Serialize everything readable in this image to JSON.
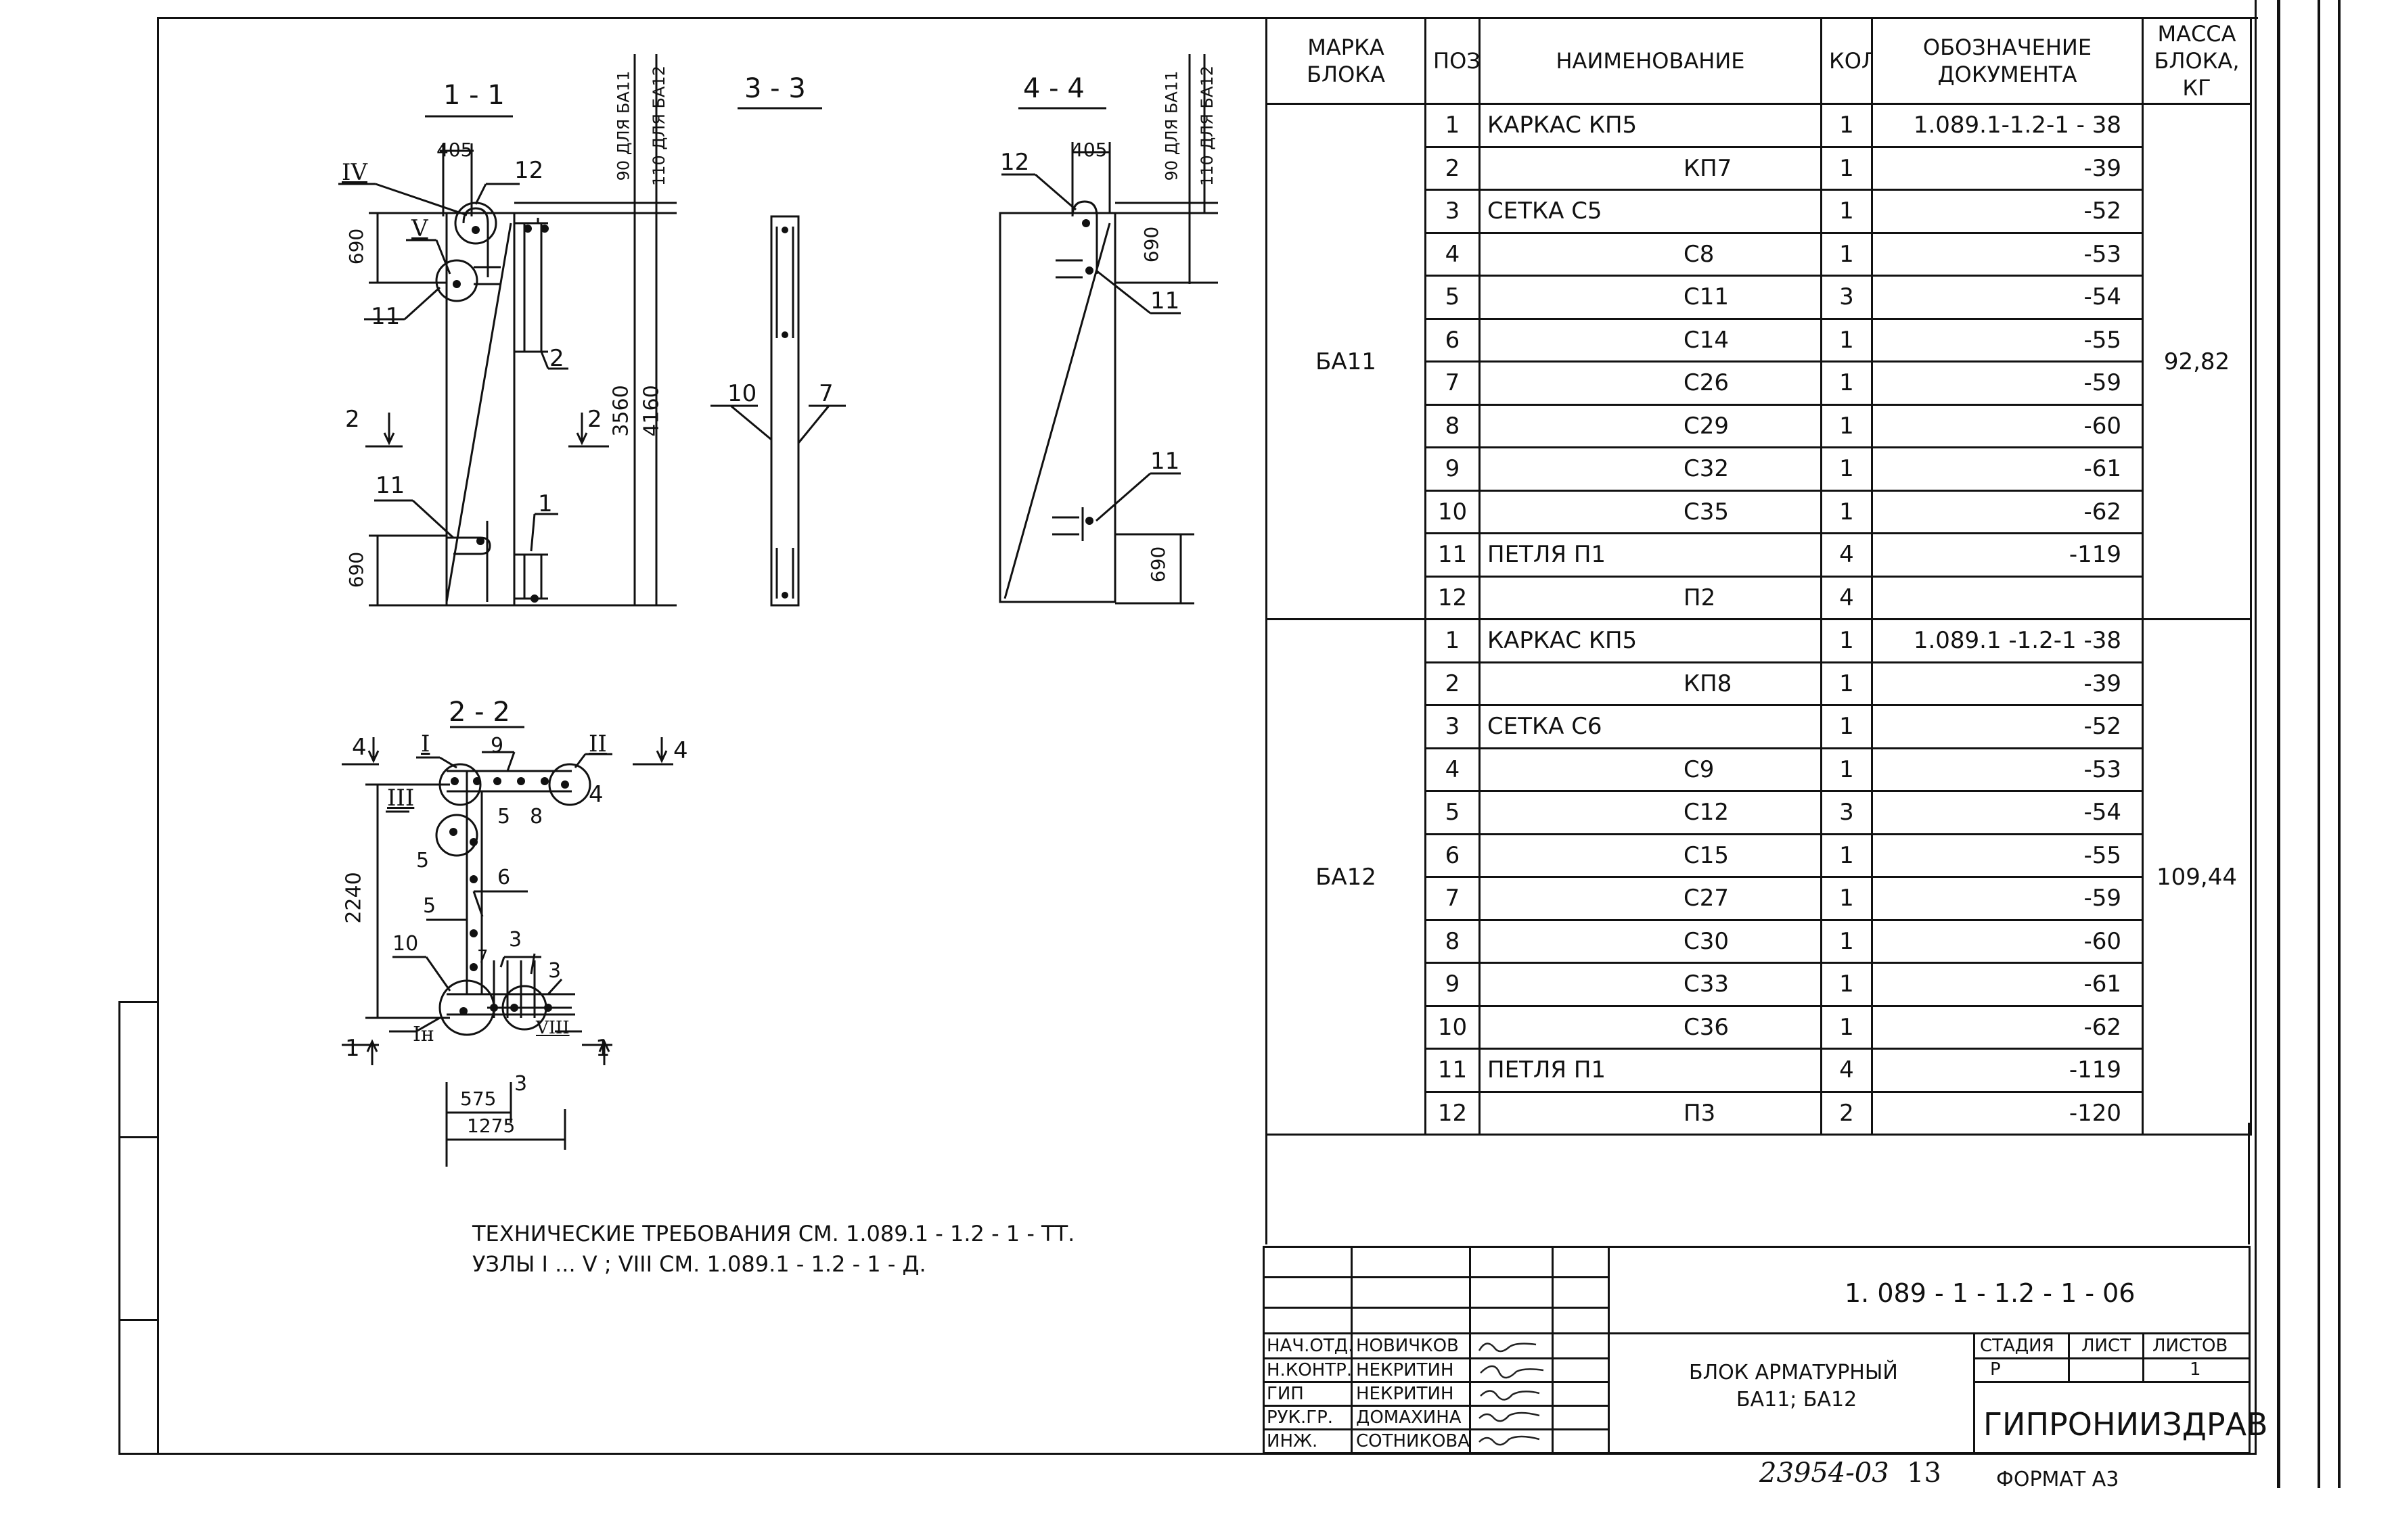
{
  "sections": {
    "s11": "1 - 1",
    "s22": "2 - 2",
    "s33": "3 - 3",
    "s44": "4 - 4"
  },
  "dims": {
    "d405a": "405",
    "d405b": "405",
    "d690a": "690",
    "d690b": "690",
    "d690c": "690",
    "d690d": "690",
    "d3560": "3560",
    "d4160": "4160",
    "d90a": "90 ДЛЯ БА11",
    "d110a": "110 ДЛЯ БА12",
    "d90b": "90 ДЛЯ БА11",
    "d110b": "110 ДЛЯ БА12",
    "d2240": "2240",
    "d575": "575",
    "d1275": "1275"
  },
  "callouts": {
    "c12a": "12",
    "c11a": "11",
    "c2a": "2",
    "c2b": "2",
    "c1a": "1",
    "c11b": "11",
    "c10": "10",
    "c7": "7",
    "c12b": "12",
    "c11c": "11",
    "c11d": "11",
    "c9": "9",
    "c4": "4",
    "c5a": "5",
    "c8": "8",
    "c5b": "5",
    "c6": "6",
    "c5c": "5",
    "c10b": "10",
    "c7b": "7",
    "c3a": "3",
    "c3b": "3",
    "c3c": "3",
    "c4a": "4",
    "c4b": "4",
    "c1b": "1",
    "c1c": "1"
  },
  "nodes": {
    "IV": "IV",
    "V": "V",
    "I": "I",
    "II": "II",
    "III": "III",
    "In": "Iн",
    "VIII": "VIII"
  },
  "spec": {
    "headers": [
      "МАРКА БЛОКА",
      "ПОЗ.",
      "НАИМЕНОВАНИЕ",
      "КОЛ.",
      "ОБОЗНАЧЕНИЕ ДОКУМЕНТА",
      "МАССА БЛОКА, КГ"
    ],
    "blocks": [
      {
        "mark": "БА11",
        "mass": "92,82",
        "rows": [
          {
            "pos": "1",
            "name": "КАРКАС  КП5",
            "qty": "1",
            "doc": "1.089.1-1.2-1  - 38"
          },
          {
            "pos": "2",
            "name": "КП7",
            "qty": "1",
            "doc": "-39"
          },
          {
            "pos": "3",
            "name": "СЕТКА    С5",
            "qty": "1",
            "doc": "-52"
          },
          {
            "pos": "4",
            "name": "С8",
            "qty": "1",
            "doc": "-53"
          },
          {
            "pos": "5",
            "name": "С11",
            "qty": "3",
            "doc": "-54"
          },
          {
            "pos": "6",
            "name": "С14",
            "qty": "1",
            "doc": "-55"
          },
          {
            "pos": "7",
            "name": "С26",
            "qty": "1",
            "doc": "-59"
          },
          {
            "pos": "8",
            "name": "С29",
            "qty": "1",
            "doc": "-60"
          },
          {
            "pos": "9",
            "name": "С32",
            "qty": "1",
            "doc": "-61"
          },
          {
            "pos": "10",
            "name": "С35",
            "qty": "1",
            "doc": "-62"
          },
          {
            "pos": "11",
            "name": "ПЕТЛЯ   П1",
            "qty": "4",
            "doc": "-119"
          },
          {
            "pos": "12",
            "name": "П2",
            "qty": "4",
            "doc": ""
          }
        ]
      },
      {
        "mark": "БА12",
        "mass": "109,44",
        "rows": [
          {
            "pos": "1",
            "name": "КАРКАС  КП5",
            "qty": "1",
            "doc": "1.089.1 -1.2-1 -38"
          },
          {
            "pos": "2",
            "name": "КП8",
            "qty": "1",
            "doc": "-39"
          },
          {
            "pos": "3",
            "name": "СЕТКА    С6",
            "qty": "1",
            "doc": "-52"
          },
          {
            "pos": "4",
            "name": "С9",
            "qty": "1",
            "doc": "-53"
          },
          {
            "pos": "5",
            "name": "С12",
            "qty": "3",
            "doc": "-54"
          },
          {
            "pos": "6",
            "name": "С15",
            "qty": "1",
            "doc": "-55"
          },
          {
            "pos": "7",
            "name": "С27",
            "qty": "1",
            "doc": "-59"
          },
          {
            "pos": "8",
            "name": "С30",
            "qty": "1",
            "doc": "-60"
          },
          {
            "pos": "9",
            "name": "С33",
            "qty": "1",
            "doc": "-61"
          },
          {
            "pos": "10",
            "name": "С36",
            "qty": "1",
            "doc": "-62"
          },
          {
            "pos": "11",
            "name": "ПЕТЛЯ   П1",
            "qty": "4",
            "doc": "-119"
          },
          {
            "pos": "12",
            "name": "П3",
            "qty": "2",
            "doc": "-120"
          }
        ]
      }
    ]
  },
  "notes": {
    "line1": "ТЕХНИЧЕСКИЕ  ТРЕБОВАНИЯ  СМ.  1.089.1 - 1.2 - 1 - ТТ.",
    "line2": "УЗЛЫ  I ... V ; VIII  СМ.  1.089.1 - 1.2 - 1 - Д."
  },
  "titleblock": {
    "code": "1. 089 - 1 - 1.2 - 1 - 06",
    "title1": "БЛОК  АРМАТУРНЫЙ",
    "title2": "БА11;  БА12",
    "stage_h": "СТАДИЯ",
    "sheet_h": "ЛИСТ",
    "sheets_h": "ЛИСТОВ",
    "stage": "Р",
    "sheets": "1",
    "org": "ГИПРОНИИЗДРАВ",
    "roles": [
      "НАЧ.ОТД.",
      "Н.КОНТР.",
      "ГИП",
      "РУК.ГР.",
      "ИНЖ."
    ],
    "names": [
      "НОВИЧКОВ",
      "НЕКРИТИН",
      "НЕКРИТИН",
      "ДОМАХИНА",
      "СОТНИКОВА"
    ]
  },
  "footer": {
    "number": "23954-03",
    "page": "13",
    "format": "ФОРМАТ А3"
  }
}
